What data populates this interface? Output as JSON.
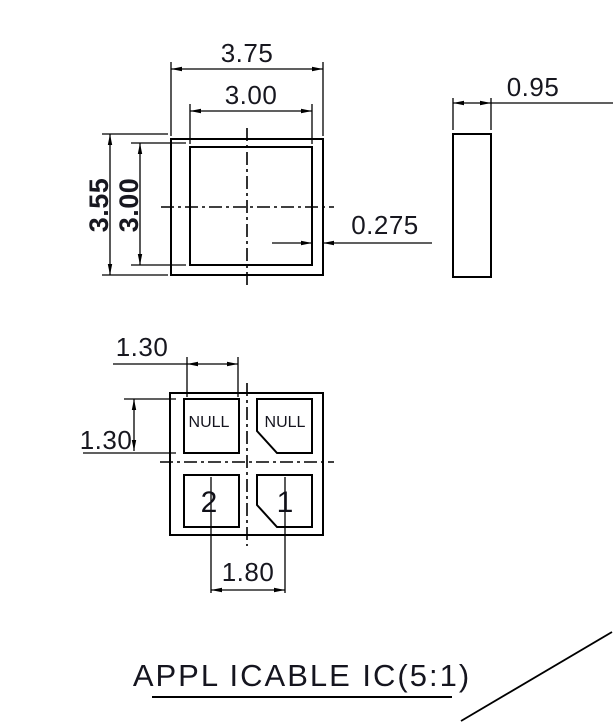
{
  "drawing": {
    "title": "APPL ICABLE IC(5:1)",
    "top_view": {
      "dim_outer_width": "3.75",
      "dim_inner_width": "3.00",
      "dim_outer_height": "3.55",
      "dim_inner_height": "3.00",
      "dim_edge_offset": "0.275"
    },
    "side_view": {
      "dim_thickness": "0.95"
    },
    "bottom_view": {
      "dim_pad_width": "1.30",
      "dim_pad_height": "1.30",
      "dim_pad_pitch": "1.80",
      "pad_labels": {
        "top_left": "NULL",
        "top_right": "NULL",
        "bottom_left": "2",
        "bottom_right": "1"
      }
    },
    "colors": {
      "line": "#000000",
      "text": "#17171f",
      "background": "#ffffff"
    }
  }
}
